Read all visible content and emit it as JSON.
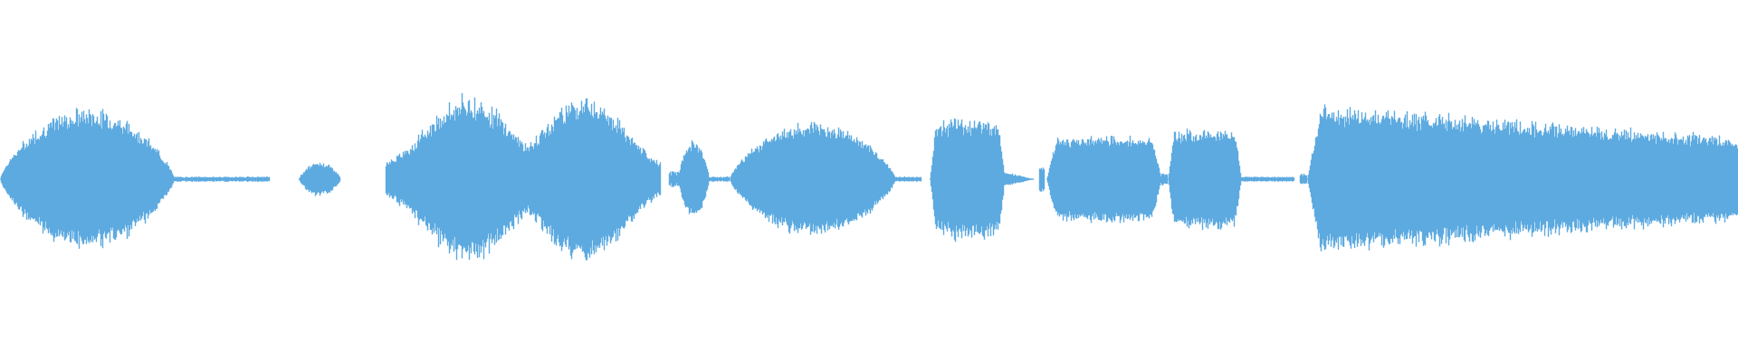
{
  "waveform": {
    "color": "#5DAAE0",
    "background": "#ffffff",
    "segments": [
      {
        "start": 0.0,
        "end": 0.1,
        "peak": 0.58,
        "shape": "bell",
        "rough": 0.12
      },
      {
        "start": 0.1,
        "end": 0.155,
        "peak": 0.02,
        "shape": "flat",
        "rough": 0.3
      },
      {
        "start": 0.172,
        "end": 0.196,
        "peak": 0.14,
        "shape": "bell",
        "rough": 0.15
      },
      {
        "start": 0.222,
        "end": 0.38,
        "peak": 0.68,
        "shape": "double",
        "rough": 0.14
      },
      {
        "start": 0.385,
        "end": 0.395,
        "peak": 0.06,
        "shape": "flat",
        "rough": 0.5
      },
      {
        "start": 0.39,
        "end": 0.408,
        "peak": 0.32,
        "shape": "bell",
        "rough": 0.12
      },
      {
        "start": 0.408,
        "end": 0.42,
        "peak": 0.02,
        "shape": "flat",
        "rough": 0.3
      },
      {
        "start": 0.42,
        "end": 0.515,
        "peak": 0.47,
        "shape": "bell",
        "rough": 0.1
      },
      {
        "start": 0.515,
        "end": 0.53,
        "peak": 0.02,
        "shape": "flat",
        "rough": 0.3
      },
      {
        "start": 0.535,
        "end": 0.578,
        "peak": 0.5,
        "shape": "plateau",
        "rough": 0.12
      },
      {
        "start": 0.578,
        "end": 0.595,
        "peak": 0.06,
        "shape": "fade",
        "rough": 0.2
      },
      {
        "start": 0.598,
        "end": 0.601,
        "peak": 0.1,
        "shape": "flat",
        "rough": 0.3
      },
      {
        "start": 0.602,
        "end": 0.668,
        "peak": 0.36,
        "shape": "plateau",
        "rough": 0.08
      },
      {
        "start": 0.668,
        "end": 0.672,
        "peak": 0.05,
        "shape": "flat",
        "rough": 0.3
      },
      {
        "start": 0.672,
        "end": 0.714,
        "peak": 0.42,
        "shape": "plateau",
        "rough": 0.1
      },
      {
        "start": 0.714,
        "end": 0.745,
        "peak": 0.02,
        "shape": "flat",
        "rough": 0.3
      },
      {
        "start": 0.748,
        "end": 0.752,
        "peak": 0.04,
        "shape": "flat",
        "rough": 0.3
      },
      {
        "start": 0.752,
        "end": 1.0,
        "peak": 0.62,
        "shape": "ramp",
        "rough": 0.12
      }
    ]
  }
}
